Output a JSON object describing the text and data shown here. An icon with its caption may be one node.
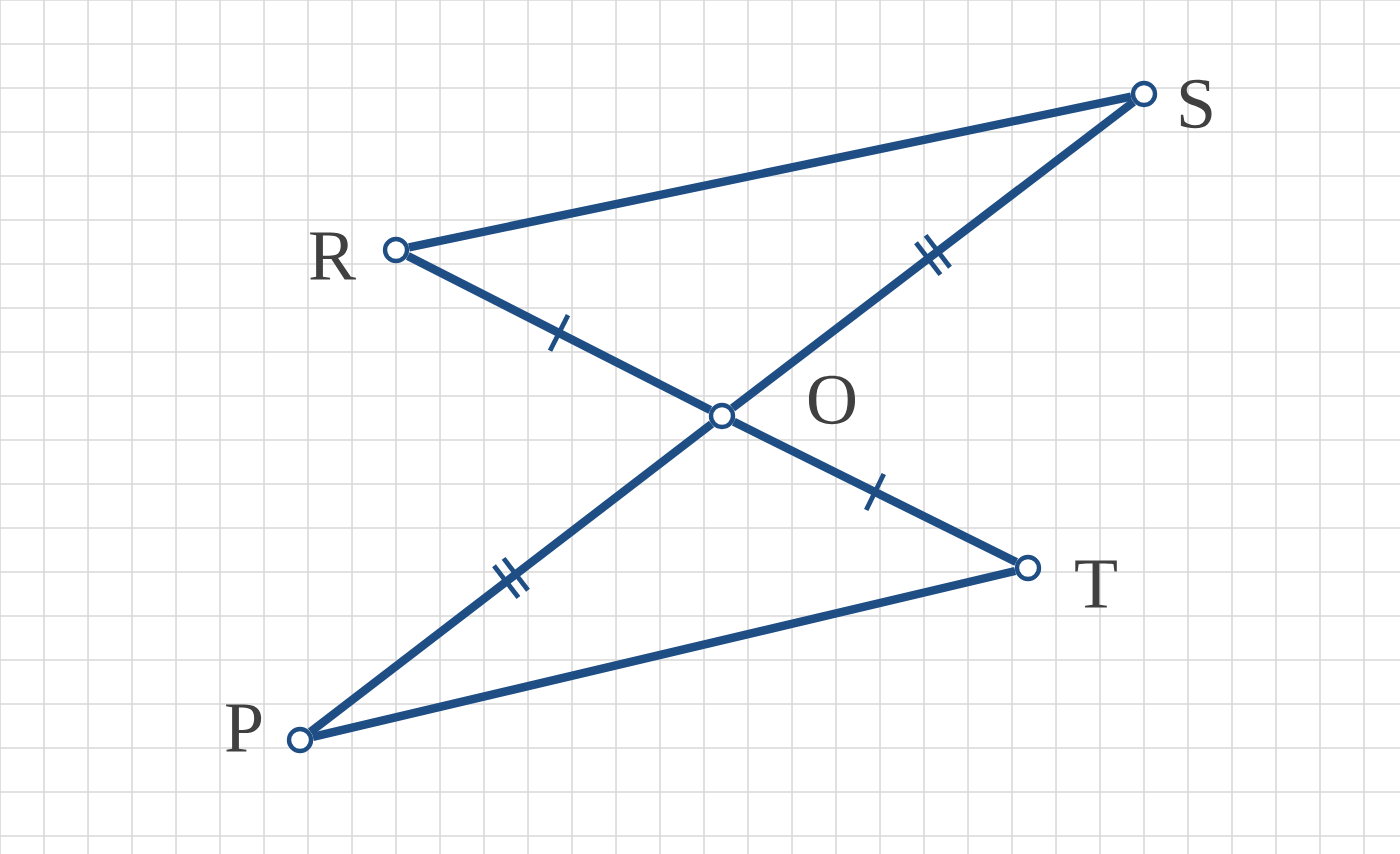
{
  "diagram": {
    "nodes": [
      {
        "text": [],
        "shape": "circle",
        "beside": [
          "R"
        ]
      },
      {
        "text": [],
        "shape": "circle",
        "beside": [
          "S"
        ]
      },
      {
        "text": [],
        "shape": "circle",
        "beside": [
          "O"
        ]
      },
      {
        "text": [],
        "shape": "circle",
        "beside": [
          "T"
        ]
      },
      {
        "text": [],
        "shape": "circle",
        "beside": [
          "P"
        ]
      }
    ],
    "edges": [
      {
        "from": 0,
        "to": 1,
        "arrow": "none"
      },
      {
        "from": 0,
        "to": 2,
        "arrow": "none"
      },
      {
        "from": 2,
        "to": 3,
        "arrow": "none"
      },
      {
        "from": 4,
        "to": 2,
        "arrow": "none"
      },
      {
        "from": 2,
        "to": 1,
        "arrow": "none"
      },
      {
        "from": 4,
        "to": 3,
        "arrow": "none"
      }
    ]
  }
}
